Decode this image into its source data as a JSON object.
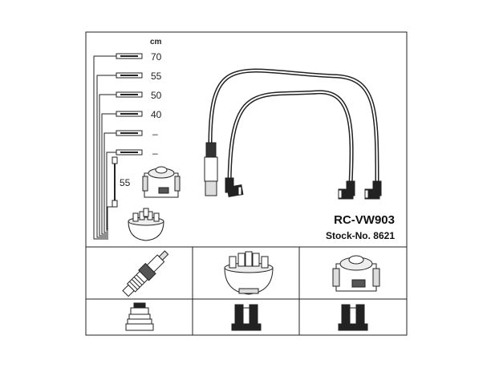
{
  "header": {
    "unit": "cm"
  },
  "cable_set": {
    "lengths": [
      "70",
      "55",
      "50",
      "40",
      "–",
      "–"
    ],
    "coil_lead_length": "55"
  },
  "product": {
    "model": "RC-VW903",
    "stock": "Stock-No. 8621"
  },
  "icons": {
    "spark_plug": "spark-plug-icon",
    "distributor_cap": "distributor-cap-icon",
    "ignition_coil": "ignition-coil-icon",
    "plug_connector": "plug-connector-icon",
    "cap_terminal": "cap-terminal-icon",
    "coil_terminal": "coil-terminal-icon"
  },
  "colors": {
    "line": "#222222",
    "fill_light": "#d8d8d8",
    "fill_dark": "#555555"
  }
}
